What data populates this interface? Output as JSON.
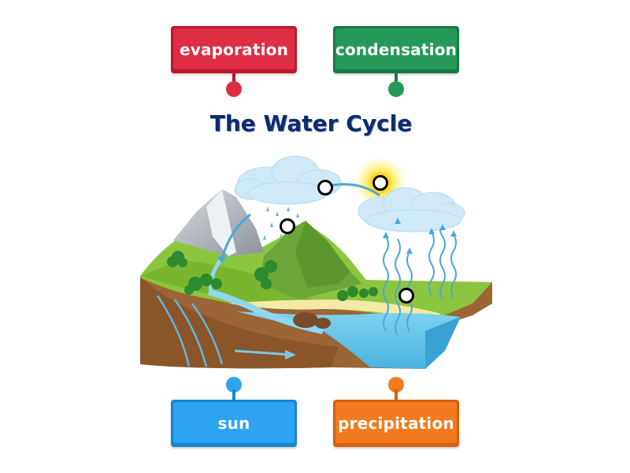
{
  "title": "The Water Cycle",
  "labels": {
    "evaporation": "evaporation",
    "condensation": "condensation",
    "sun": "sun",
    "precipitation": "precipitation"
  },
  "colors": {
    "evaporation": "#dd2e44",
    "condensation": "#26995a",
    "sun": "#2ea3ef",
    "precipitation": "#f27a1f",
    "title": "#0d2b6e"
  }
}
